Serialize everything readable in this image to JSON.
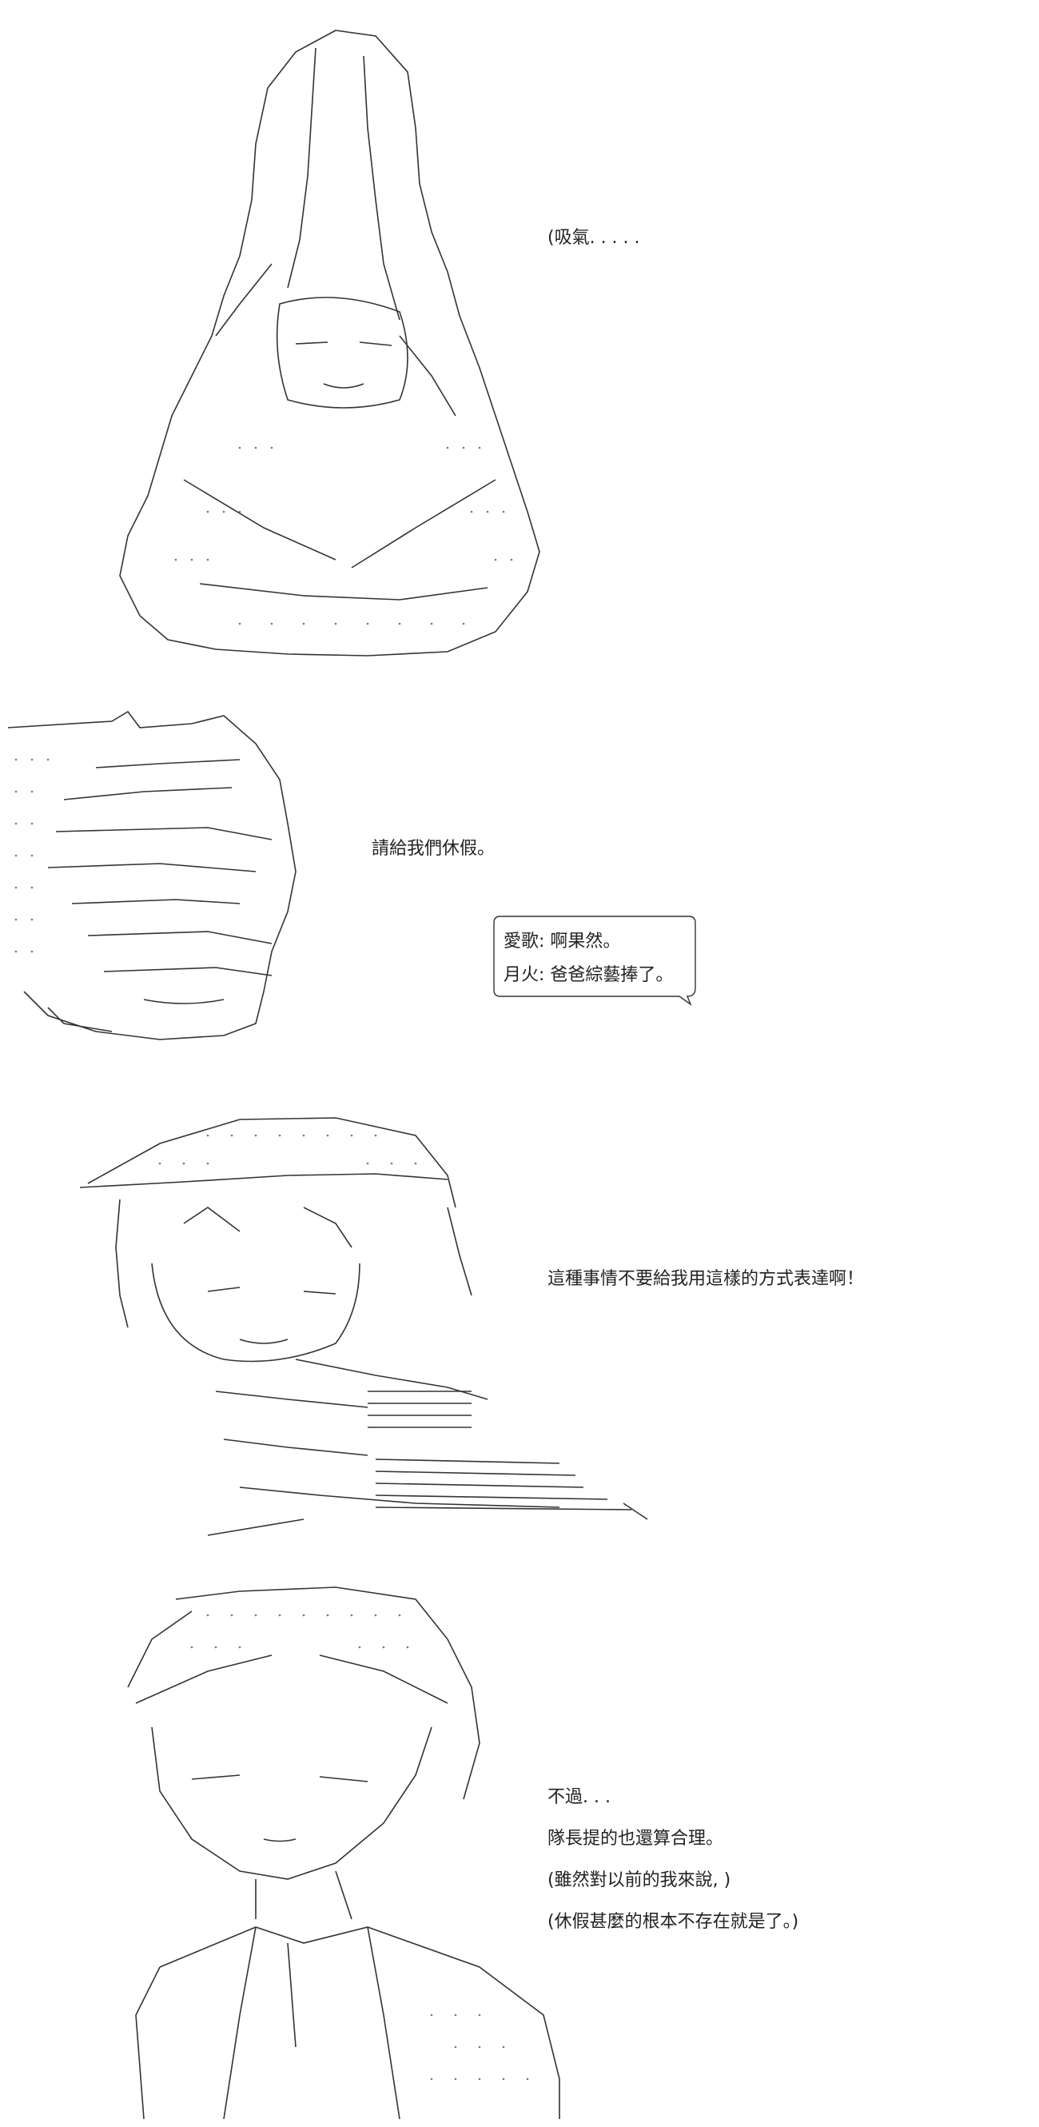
{
  "panel1": {
    "caption": "(吸氣. . . . ."
  },
  "panel2": {
    "caption": "請給我們休假。",
    "bubble": {
      "line1": "愛歌: 啊果然。",
      "line2": "月火: 爸爸綜藝捧了。"
    }
  },
  "panel3": {
    "caption": "這種事情不要給我用這樣的方式表達啊！"
  },
  "panel4": {
    "lines": [
      "不過. . .",
      "隊長提的也還算合理。",
      "(雖然對以前的我來說, )",
      "(休假甚麼的根本不存在就是了。)"
    ]
  }
}
